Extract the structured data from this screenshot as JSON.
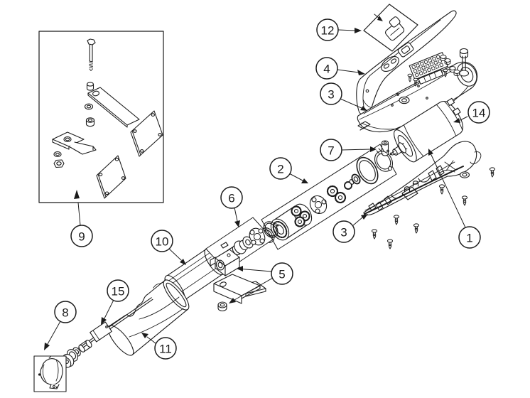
{
  "figure": {
    "type": "exploded-parts-diagram",
    "background_color": "#ffffff",
    "line_color": "#1b1b1b",
    "callouts": [
      {
        "label": "1"
      },
      {
        "label": "2"
      },
      {
        "label": "3"
      },
      {
        "label": "3"
      },
      {
        "label": "4"
      },
      {
        "label": "5"
      },
      {
        "label": "6"
      },
      {
        "label": "7"
      },
      {
        "label": "8"
      },
      {
        "label": "9"
      },
      {
        "label": "10"
      },
      {
        "label": "11"
      },
      {
        "label": "12"
      },
      {
        "label": "14"
      },
      {
        "label": "15"
      }
    ]
  }
}
